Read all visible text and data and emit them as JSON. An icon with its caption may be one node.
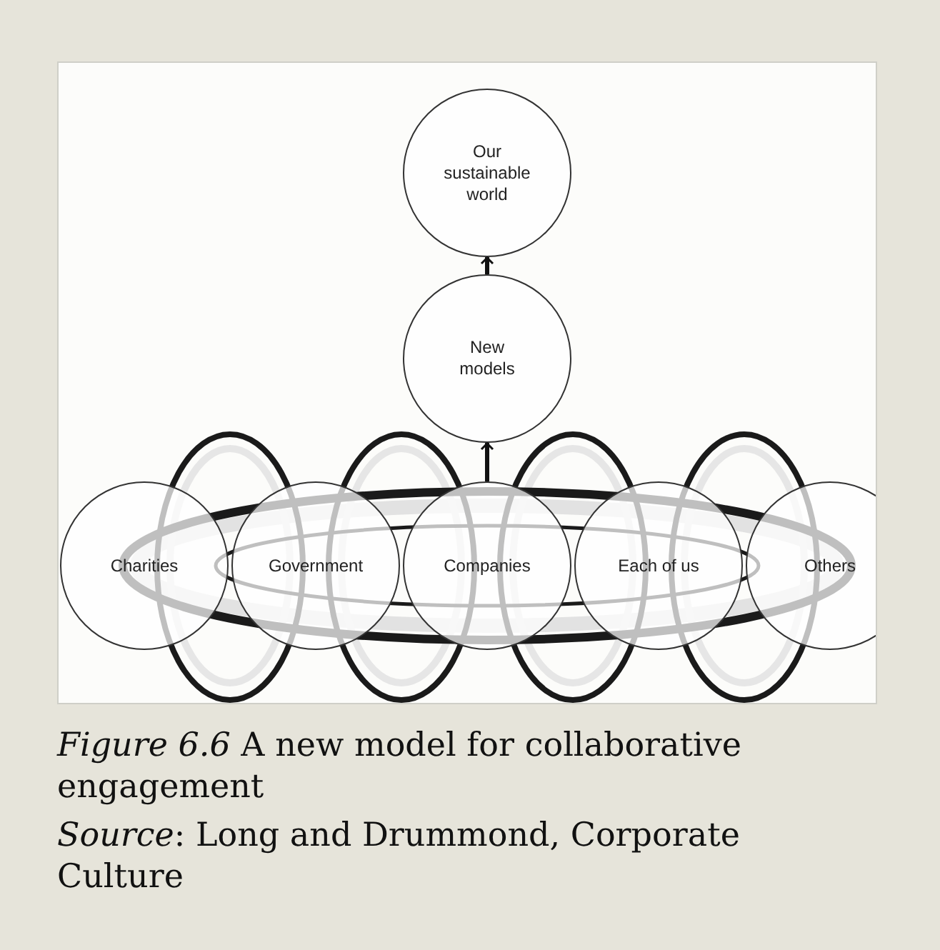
{
  "diagram": {
    "nodes": [
      {
        "text": [
          "Our sustainable world"
        ]
      },
      {
        "text": [
          "New models"
        ]
      },
      {
        "text": [
          "Charities"
        ]
      },
      {
        "text": [
          "Government"
        ]
      },
      {
        "text": [
          "Companies"
        ]
      },
      {
        "text": [
          "Each of us"
        ]
      },
      {
        "text": [
          "Others"
        ]
      }
    ],
    "edges": [
      {
        "from": 1,
        "to": 0,
        "arrow": "to"
      },
      {
        "from": 4,
        "to": 1,
        "arrow": "to"
      }
    ],
    "caption": "*Figure 6.6*  A new model for collaborative engagement",
    "labels": [
      "*Source*: Long and Drummond, Corporate Culture"
    ]
  }
}
